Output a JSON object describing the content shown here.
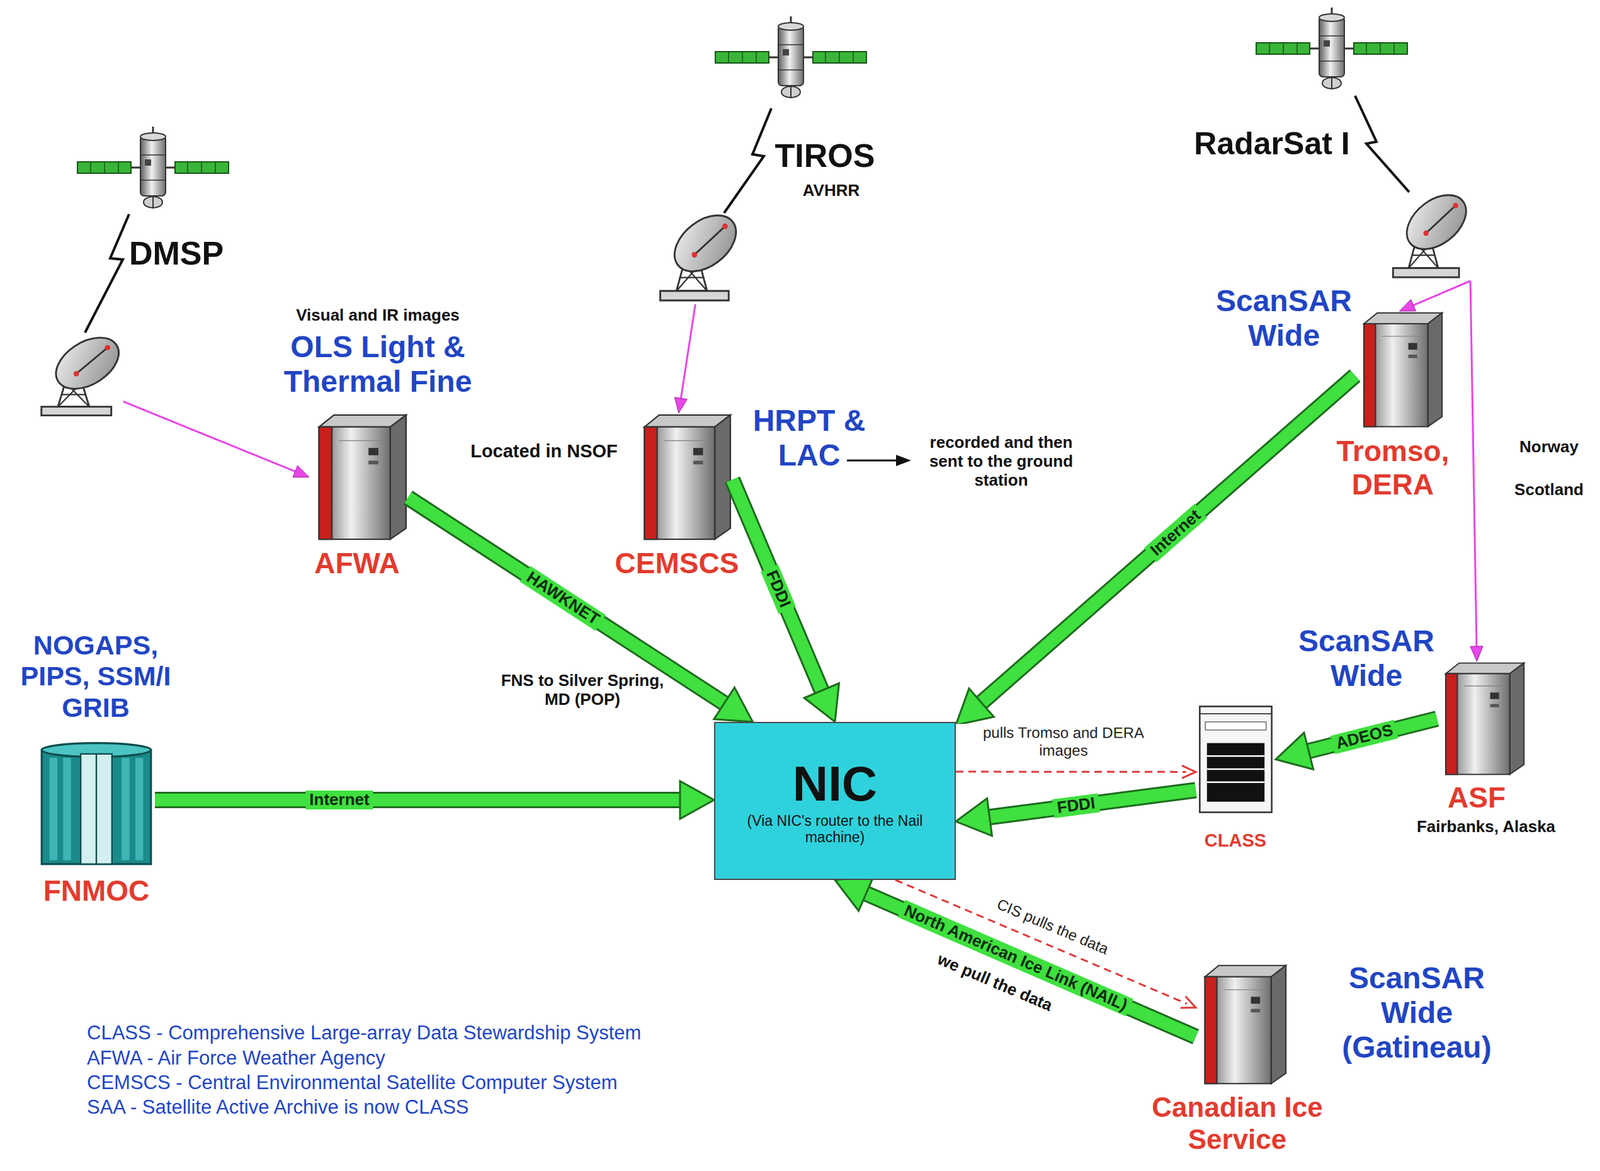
{
  "diagram": {
    "nodes": [
      {
        "text": [
          "TIROS",
          "AVHRR"
        ]
      },
      {
        "text": [
          "RadarSat I"
        ]
      },
      {
        "text": [
          "DMSP"
        ]
      },
      {
        "text": [
          "ScanSAR Wide",
          "Tromso, DERA"
        ]
      },
      {
        "text": [
          "Visual and IR images",
          "OLS Light & Thermal Fine",
          "AFWA"
        ]
      },
      {
        "text": [
          "HRPT & LAC",
          "CEMSCS"
        ]
      },
      {
        "text": [
          "ScanSAR Wide",
          "ASF",
          "Fairbanks, Alaska"
        ]
      },
      {
        "text": [
          "NOGAPS, PIPS, SSM/I GRIB",
          "FNMOC"
        ]
      },
      {
        "text": [
          "NIC",
          "(Via NIC's router to the Nail machine)"
        ]
      },
      {
        "text": [
          "CLASS"
        ]
      },
      {
        "text": [
          "ScanSAR Wide (Gatineau)",
          "Canadian Ice Service"
        ]
      }
    ],
    "edges": [
      {
        "from": 2,
        "to": 4,
        "arrow": "to"
      },
      {
        "from": 0,
        "to": 5,
        "arrow": "to"
      },
      {
        "from": 1,
        "to": 3,
        "arrow": "to"
      },
      {
        "from": 1,
        "to": 6,
        "arrow": "to"
      },
      {
        "from": 4,
        "to": 8,
        "label": "HAWKNET",
        "arrow": "to"
      },
      {
        "from": 5,
        "to": 8,
        "label": "FDDI",
        "arrow": "to"
      },
      {
        "from": 3,
        "to": 8,
        "label": "Internet",
        "arrow": "to"
      },
      {
        "from": 7,
        "to": 8,
        "label": "Internet",
        "arrow": "to"
      },
      {
        "from": 6,
        "to": 9,
        "label": "ADEOS",
        "arrow": "to"
      },
      {
        "from": 9,
        "to": 8,
        "label": "FDDI",
        "arrow": "to"
      },
      {
        "from": 10,
        "to": 8,
        "label": "North American Ice Link (NAIL)",
        "arrow": "to"
      },
      {
        "from": 8,
        "to": 9,
        "label": "pulls Tromso and DERA images",
        "arrow": "to"
      },
      {
        "from": 8,
        "to": 10,
        "label": "CIS pulls the data",
        "arrow": "to"
      }
    ],
    "labels": [
      "Located in NSOF",
      "recorded and then sent to the ground station",
      "Norway",
      "Scotland",
      "FNS to Silver Spring, MD (POP)",
      "we pull the data",
      "CLASS - Comprehensive Large-array Data Stewardship System",
      "AFWA - Air Force Weather Agency",
      "CEMSCS - Central Environmental Satellite Computer System",
      "SAA - Satellite Active Archive is now CLASS"
    ]
  }
}
